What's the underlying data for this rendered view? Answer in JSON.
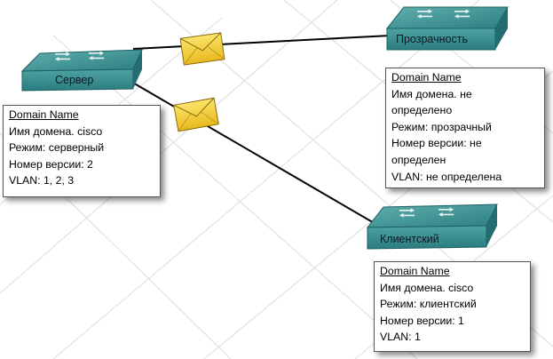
{
  "switches": {
    "server": {
      "label": "Сервер"
    },
    "transparent": {
      "label": "Прозрачность"
    },
    "client": {
      "label": "Клиентский"
    }
  },
  "boxes": {
    "server": {
      "header": "Domain Name",
      "lines": [
        "Имя домена. cisco",
        "Режим: серверный",
        "Номер версии: 2",
        "VLAN: 1, 2, 3"
      ]
    },
    "transparent": {
      "header": "Domain Name",
      "lines": [
        "Имя домена. не",
        "определено",
        "Режим: прозрачный",
        "Номер версии: не",
        "определен",
        "VLAN: не определена"
      ]
    },
    "client": {
      "header": "Domain Name",
      "lines": [
        "Имя домена. cisco",
        "Режим: клиентский",
        "Номер версии: 1",
        "VLAN: 1"
      ]
    }
  },
  "colors": {
    "switch_top": "#2f8f8f",
    "switch_front": "#1e6b6f",
    "envelope": "#f5d23a",
    "link": "#000000",
    "grid": "#d8d8d8"
  }
}
